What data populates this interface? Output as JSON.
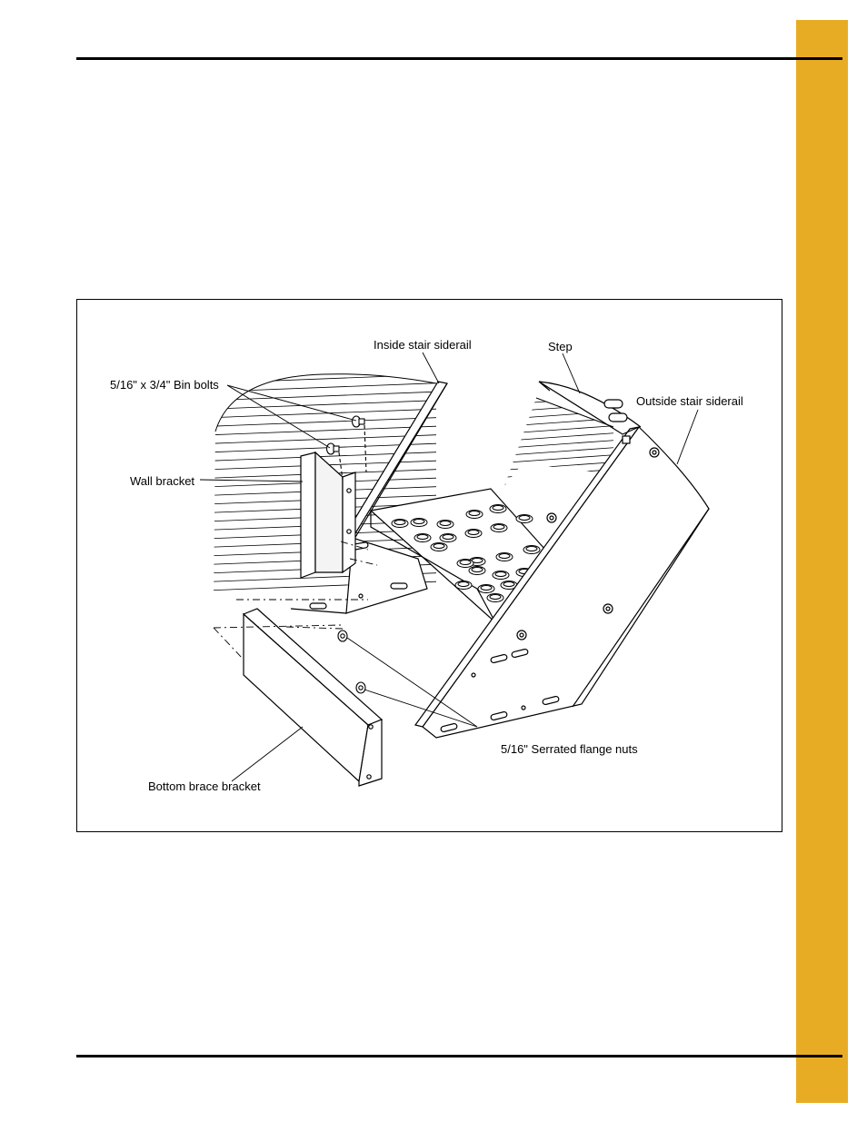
{
  "page": {
    "accent_color": "#E8AC24"
  },
  "figure": {
    "callouts": {
      "inside_stair_siderail": "Inside stair siderail",
      "step": "Step",
      "bin_bolts": "5/16\" x 3/4\" Bin bolts",
      "outside_stair_siderail": "Outside stair siderail",
      "wall_bracket": "Wall bracket",
      "serrated_flange_nuts": "5/16\" Serrated flange nuts",
      "bottom_brace_bracket": "Bottom brace bracket"
    }
  }
}
